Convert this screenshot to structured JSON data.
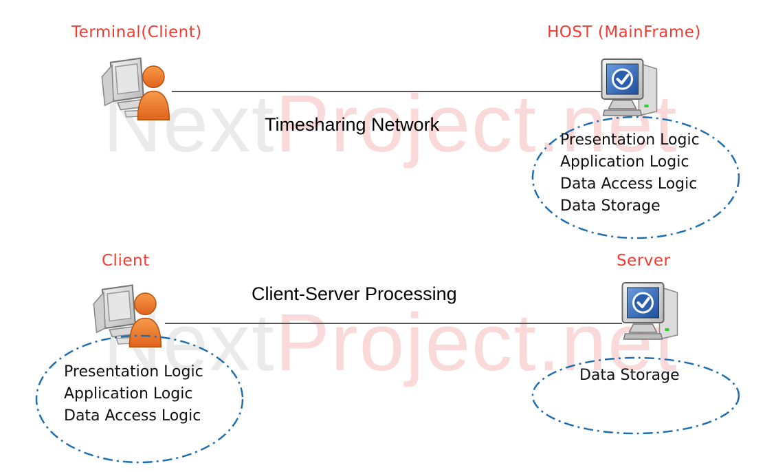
{
  "watermark": {
    "prefix": "Next",
    "main": "Project.net"
  },
  "diagrams": [
    {
      "title": "Timesharing Network",
      "client_label": "Terminal(Client)",
      "server_label": "HOST (MainFrame)",
      "client_logic": [],
      "server_logic": [
        "Presentation Logic",
        "Application Logic",
        "Data Access Logic",
        "Data Storage"
      ]
    },
    {
      "title": "Client-Server Processing",
      "client_label": "Client",
      "server_label": "Server",
      "client_logic": [
        "Presentation Logic",
        "Application Logic",
        "Data Access Logic"
      ],
      "server_logic": [
        "Data Storage"
      ]
    }
  ],
  "colors": {
    "label": "#f03c32",
    "ellipse": "#1f6fb0",
    "user": "#f07a2a",
    "monitor_screen": "#2f68b8"
  },
  "icons": [
    "terminal-user-icon",
    "mainframe-icon",
    "client-user-icon",
    "server-icon"
  ]
}
